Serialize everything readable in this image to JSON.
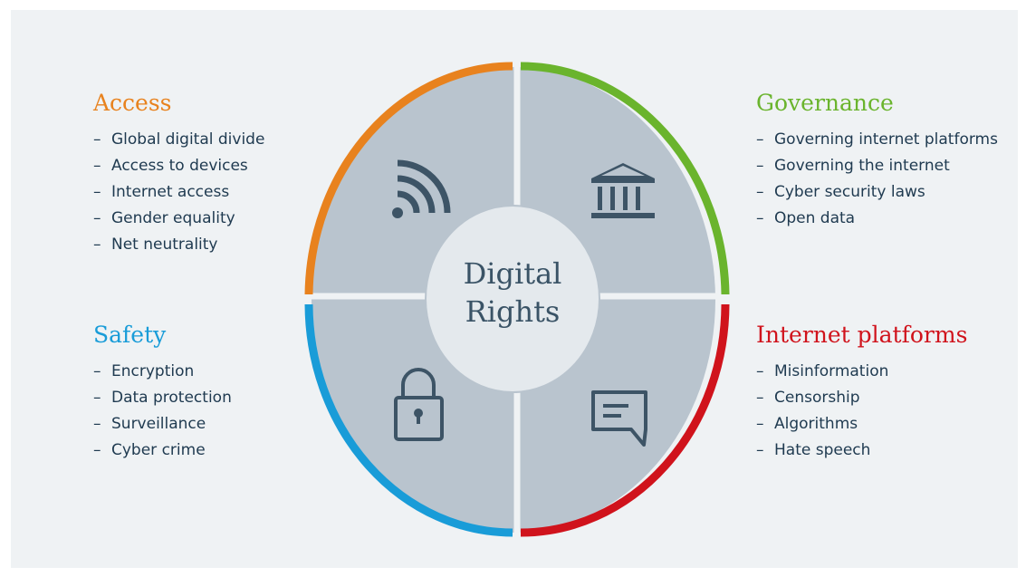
{
  "center": {
    "line1": "Digital",
    "line2": "Rights"
  },
  "colors": {
    "access": "#e8821e",
    "governance": "#6ab42d",
    "safety": "#199cd8",
    "platforms": "#d0131c",
    "quadrant_fill": "#b9c4ce",
    "center_fill": "#e4e9ed",
    "icon": "#3d5466",
    "background": "#eff2f4"
  },
  "quadrants": {
    "access": {
      "icon": "wifi-signal-icon"
    },
    "governance": {
      "icon": "institution-building-icon"
    },
    "safety": {
      "icon": "padlock-icon"
    },
    "platforms": {
      "icon": "speech-bubble-icon"
    }
  },
  "sections": {
    "access": {
      "title": "Access",
      "items": [
        "Global digital divide",
        "Access to devices",
        "Internet access",
        "Gender equality",
        "Net neutrality"
      ]
    },
    "governance": {
      "title": "Governance",
      "items": [
        "Governing internet platforms",
        "Governing the internet",
        "Cyber security laws",
        "Open data"
      ]
    },
    "safety": {
      "title": "Safety",
      "items": [
        "Encryption",
        "Data protection",
        "Surveillance",
        "Cyber crime"
      ]
    },
    "platforms": {
      "title": "Internet platforms",
      "items": [
        "Misinformation",
        "Censorship",
        "Algorithms",
        "Hate speech"
      ]
    }
  }
}
